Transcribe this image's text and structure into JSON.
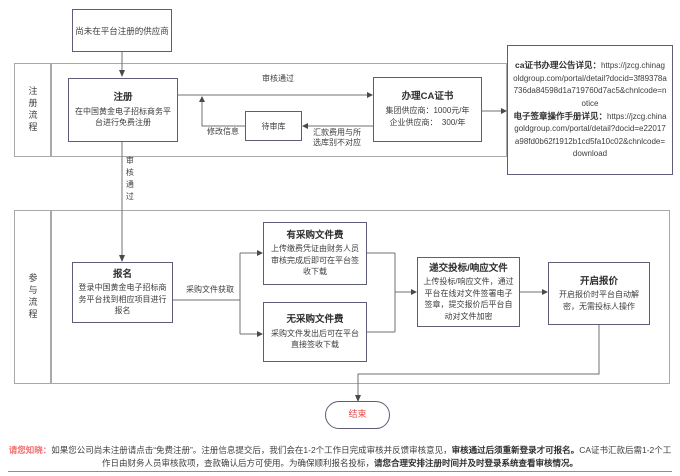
{
  "colors": {
    "node_border": "#5d5d78",
    "lane_border": "#a9a9a9",
    "connector": "#707070",
    "text": "#3d3d3d",
    "end_red": "#e94b4b",
    "note_prefix_red": "#f06e6e"
  },
  "top_node": {
    "label": "尚未在平台注册的供应商"
  },
  "lanes": [
    {
      "label": "注册流程"
    },
    {
      "label": "参与流程"
    }
  ],
  "nodes": {
    "register": {
      "title": "注册",
      "body": "在中国黄金电子招标商务平台进行免费注册"
    },
    "pending": {
      "title": "待审库"
    },
    "ca": {
      "title": "办理CA证书",
      "fee1": "集团供应商：1000元/年",
      "fee2": "企业供应商：  300/年"
    },
    "info": {
      "bold1": "ca证书办理公告详见：",
      "url1": "https://jzcg.chinagoldgroup.com/portal/detail?docid=3f89378a736da84598d1a719760d7ac5&chnlcode=notice",
      "bold2": "电子签章操作手册详见：",
      "url2": "https://jzcg.chinagoldgroup.com/portal/detail?docid=e22017a98fd0b62f1912b1cd5fa10c02&chnlcode=download"
    },
    "signup": {
      "title": "报名",
      "body": "登录中国黄金电子招标商务平台找到相应项目进行报名"
    },
    "fee": {
      "title": "有采购文件费",
      "body": "上传缴费凭证由财务人员审核完成后即可在平台签收下载"
    },
    "nofee": {
      "title": "无采购文件费",
      "body": "采购文件发出后可在平台直接签收下载"
    },
    "submit": {
      "title": "递交投标/响应文件",
      "body": "上传投标/响应文件，通过平台在线对文件签署电子签章，提交报价后平台自动对文件加密"
    },
    "openbid": {
      "title": "开启报价",
      "body": "开启报价时平台自动解密，无需投标人操作"
    },
    "end": {
      "title": "结束"
    }
  },
  "edge_labels": {
    "approved_h": "审核通过",
    "approved_v": "审核通过",
    "modify": "修改信息",
    "mismatch": "汇款费用与所选库别不对应",
    "get_docs": "采购文件获取"
  },
  "note": {
    "prefix": "请您知晓：",
    "seg1": "如果您公司尚未注册请点击“免费注册”。注册信息提交后，我们会在1-2个工作日完成审核并反馈审核意见，",
    "bold1": "审核通过后须重新登录才可报名。",
    "seg2": "CA证书汇款后需1-2个工作日由财务人员审核款项，查款确认后方可使用。为确保顺利报名投标，",
    "bold2": "请您合理安排注册时间并及时登录系统查看审核情况。"
  }
}
